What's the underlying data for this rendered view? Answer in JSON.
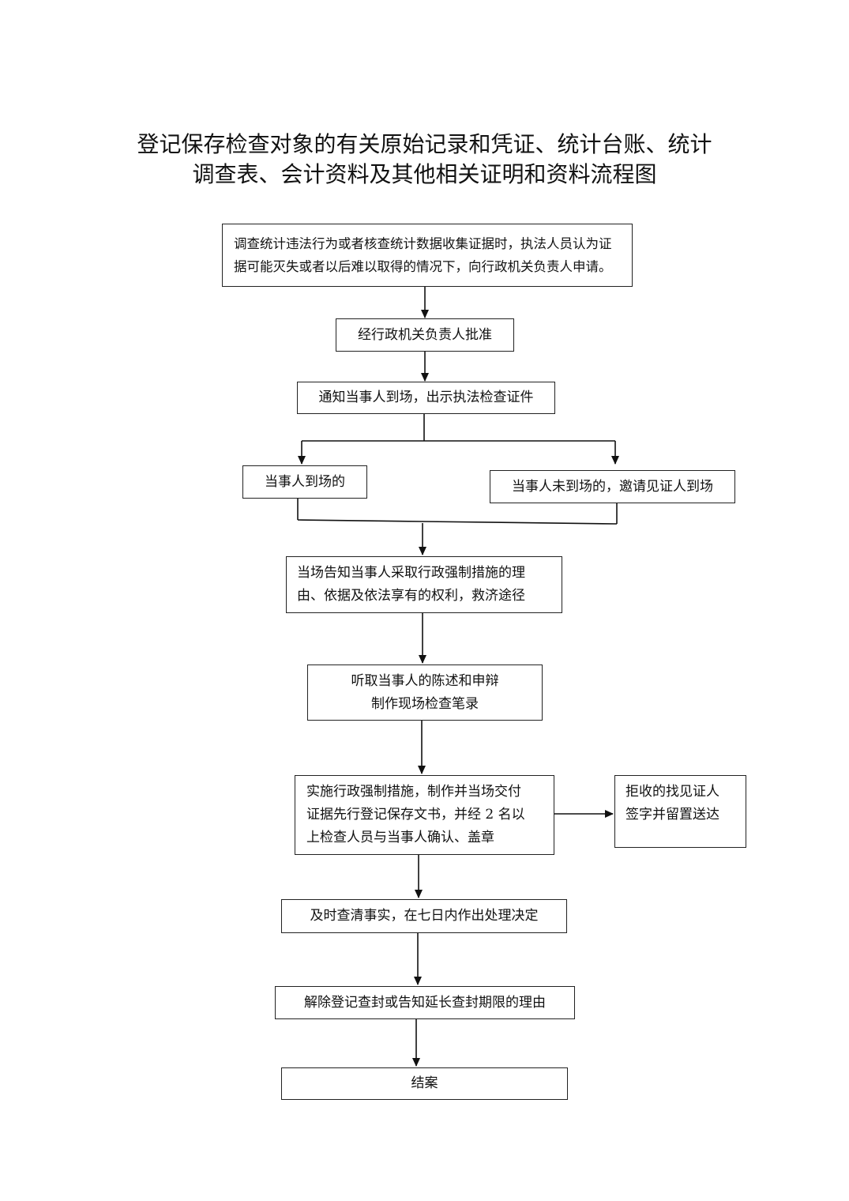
{
  "title": {
    "line1": "登记保存检查对象的有关原始记录和凭证、统计台账、统计",
    "line2": "调查表、会计资料及其他相关证明和资料流程图"
  },
  "steps": {
    "apply": {
      "line1": "调查统计违法行为或者核查统计数据收集证据时，执法人员认为证",
      "line2": "据可能灭失或者以后难以取得的情况下，向行政机关负责人申请。"
    },
    "approve": "经行政机关负责人批准",
    "notify": "通知当事人到场，出示执法检查证件",
    "present": "当事人到场的",
    "absent": "当事人未到场的，邀请见证人到场",
    "inform": {
      "line1": "当场告知当事人采取行政强制措施的理",
      "line2": "由、依据及依法享有的权利，救济途径"
    },
    "hear": {
      "line1": "听取当事人的陈述和申辩",
      "line2": "制作现场检查笔录"
    },
    "implement": {
      "line1": "实施行政强制措施，制作并当场交付",
      "line2": "证据先行登记保存文书，并经 2 名以",
      "line3": "上检查人员与当事人确认、盖章"
    },
    "refuse": {
      "line1": "拒收的找见证人",
      "line2": "签字并留置送达"
    },
    "decide": "及时查清事实，在七日内作出处理决定",
    "release": "解除登记查封或告知延长查封期限的理由",
    "close": "结案"
  }
}
